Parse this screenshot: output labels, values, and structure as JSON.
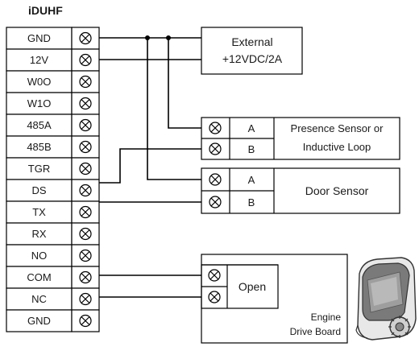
{
  "title": "iDUHF",
  "terminals": [
    "GND",
    "12V",
    "W0O",
    "W1O",
    "485A",
    "485B",
    "TGR",
    "DS",
    "TX",
    "RX",
    "NO",
    "COM",
    "NC",
    "GND"
  ],
  "external_power": {
    "line1": "External",
    "line2": "+12VDC/2A"
  },
  "presence_sensor": {
    "line1": "Presence Sensor or",
    "line2": "Inductive Loop",
    "pins": [
      "A",
      "B"
    ]
  },
  "door_sensor": {
    "label": "Door Sensor",
    "pins": [
      "A",
      "B"
    ]
  },
  "engine": {
    "relay_label": "Open",
    "line1": "Engine",
    "line2": "Drive Board",
    "device_icon": "gate-motor-icon"
  },
  "colors": {
    "line": "#000000",
    "background": "#ffffff",
    "device_body": "#9e9e9e"
  }
}
